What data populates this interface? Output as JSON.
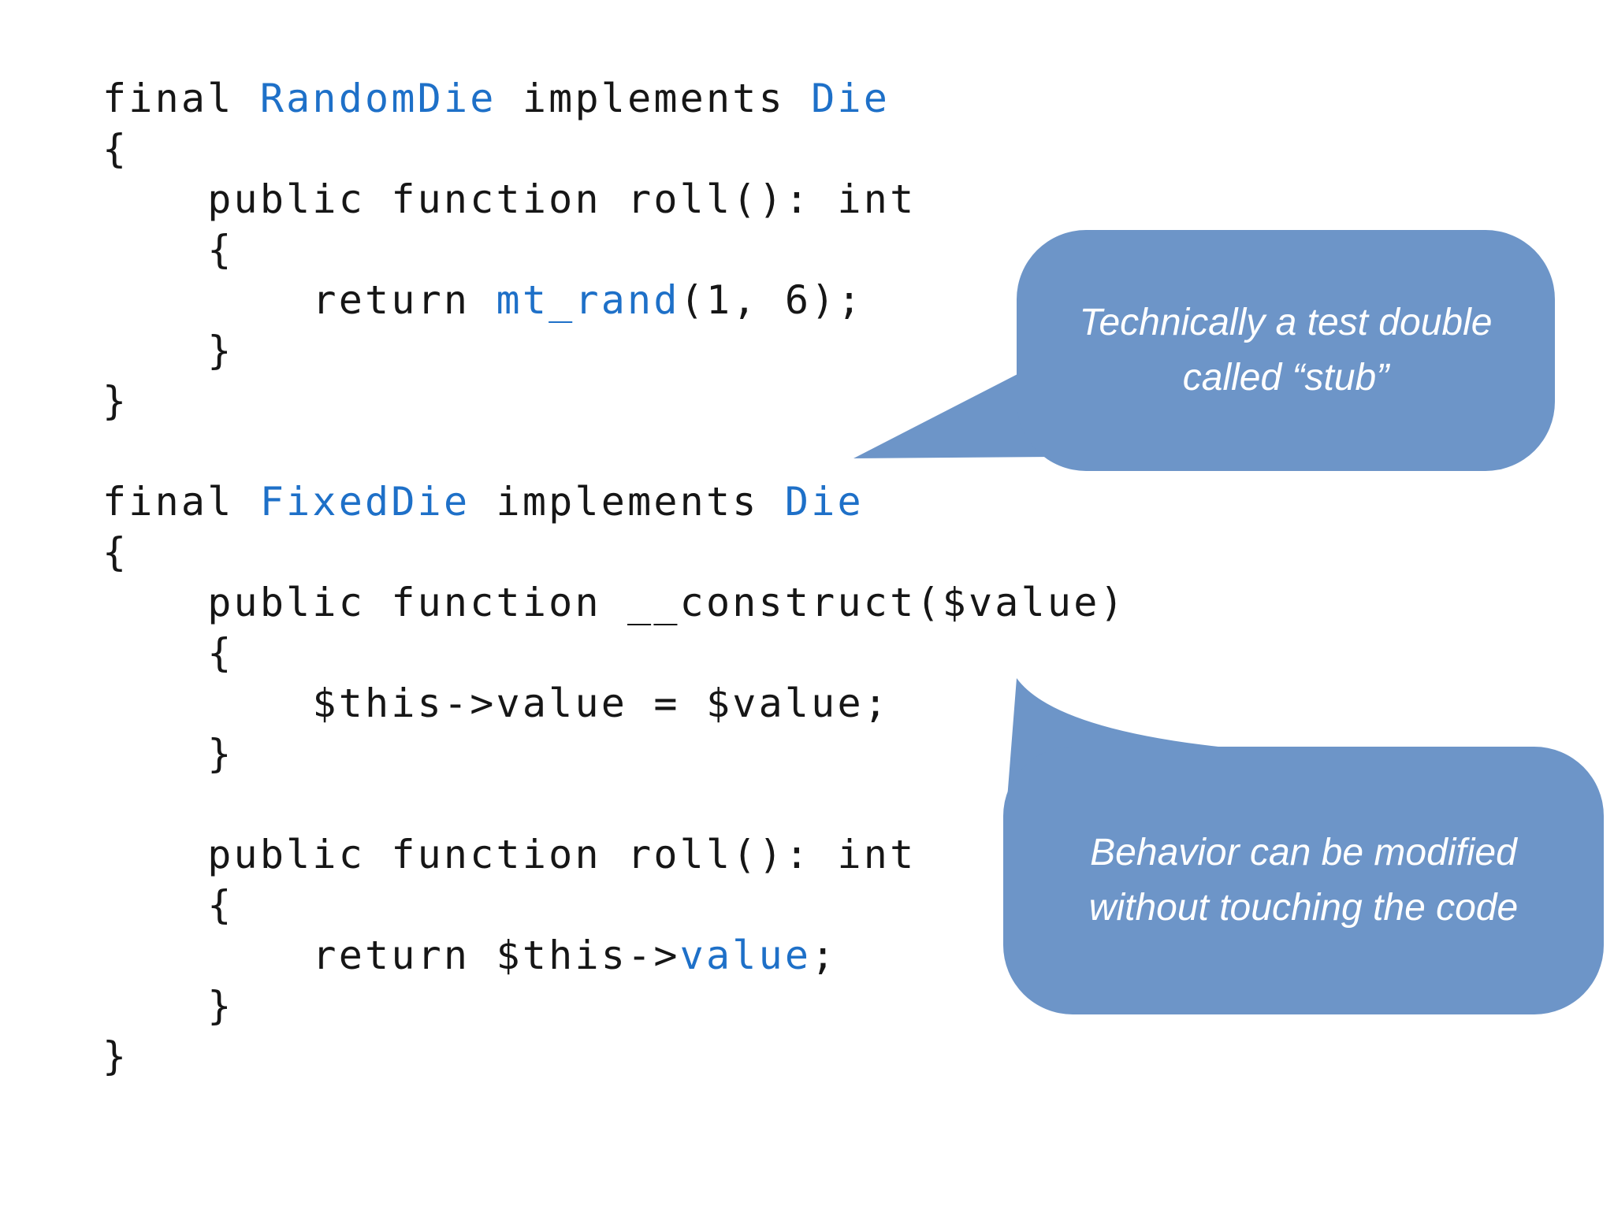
{
  "slide": {
    "background": "#ffffff",
    "code_text_color": "#161616",
    "code_highlight_color": "#1e70c8",
    "bubble_fill_color": "#6d95c8",
    "bubble_text_color": "#ffffff"
  },
  "code": {
    "language": "php",
    "lines": [
      [
        {
          "text": "final ",
          "hl": false
        },
        {
          "text": "RandomDie",
          "hl": true
        },
        {
          "text": " implements ",
          "hl": false
        },
        {
          "text": "Die",
          "hl": true
        }
      ],
      [
        {
          "text": "{",
          "hl": false
        }
      ],
      [
        {
          "text": "    public function roll(): int",
          "hl": false
        }
      ],
      [
        {
          "text": "    {",
          "hl": false
        }
      ],
      [
        {
          "text": "        return ",
          "hl": false
        },
        {
          "text": "mt_rand",
          "hl": true
        },
        {
          "text": "(1, 6);",
          "hl": false
        }
      ],
      [
        {
          "text": "    }",
          "hl": false
        }
      ],
      [
        {
          "text": "}",
          "hl": false
        }
      ],
      [
        {
          "text": "",
          "hl": false
        }
      ],
      [
        {
          "text": "final ",
          "hl": false
        },
        {
          "text": "FixedDie",
          "hl": true
        },
        {
          "text": " implements ",
          "hl": false
        },
        {
          "text": "Die",
          "hl": true
        }
      ],
      [
        {
          "text": "{",
          "hl": false
        }
      ],
      [
        {
          "text": "    public function __construct($value)",
          "hl": false
        }
      ],
      [
        {
          "text": "    {",
          "hl": false
        }
      ],
      [
        {
          "text": "        $this->value = $value;",
          "hl": false
        }
      ],
      [
        {
          "text": "    }",
          "hl": false
        }
      ],
      [
        {
          "text": "",
          "hl": false
        }
      ],
      [
        {
          "text": "    public function roll(): int",
          "hl": false
        }
      ],
      [
        {
          "text": "    {",
          "hl": false
        }
      ],
      [
        {
          "text": "        return $this->",
          "hl": false
        },
        {
          "text": "value",
          "hl": true
        },
        {
          "text": ";",
          "hl": false
        }
      ],
      [
        {
          "text": "    }",
          "hl": false
        }
      ],
      [
        {
          "text": "}",
          "hl": false
        }
      ]
    ]
  },
  "bubbles": [
    {
      "id": "stub",
      "lines": [
        "Technically a test double",
        "called “stub”"
      ]
    },
    {
      "id": "behavior",
      "lines": [
        "Behavior can be modified",
        "without touching the code"
      ]
    }
  ]
}
